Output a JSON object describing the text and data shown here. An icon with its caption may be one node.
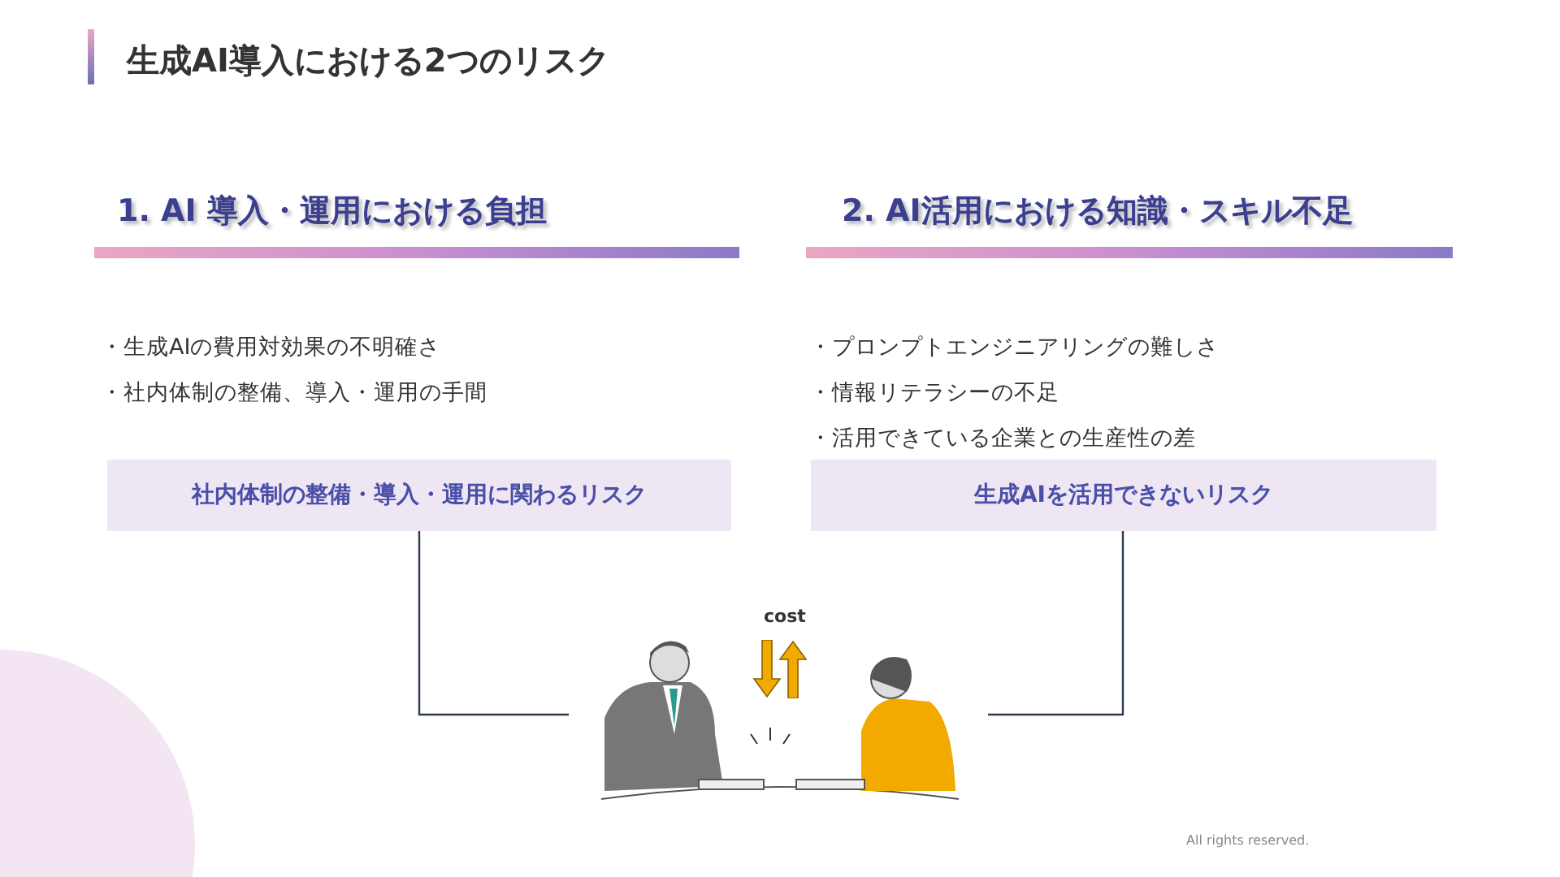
{
  "diagram": {
    "title": "生成AI導入における2つのリスク",
    "nodes": [
      {
        "text": [
          "社内体制の整備・導入・運用に関わるリスク"
        ]
      },
      {
        "text": [
          "生成AIを活用できないリスク"
        ]
      },
      {
        "text": [],
        "shape": "picture"
      }
    ],
    "edges": [
      {
        "from": 0,
        "to": 2,
        "arrow": "none"
      },
      {
        "from": 1,
        "to": 2,
        "arrow": "none"
      }
    ],
    "labels": [
      "1. AI 導入・運用における負担",
      "2. AI活用における知識・スキル不足",
      "・生成AIの費用対効果の不明確さ",
      "・社内体制の整備、導入・運用の手間",
      "・プロンプトエンジニアリングの難しさ",
      "・情報リテラシーの不足",
      "・活用できている企業との生産性の差",
      "cost",
      "All rights reserved."
    ]
  }
}
